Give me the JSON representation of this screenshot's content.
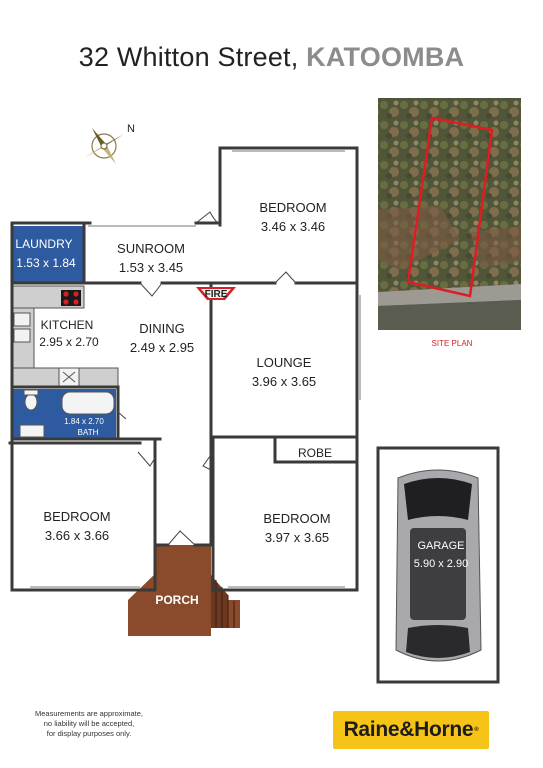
{
  "header": {
    "address": "32 Whitton Street,",
    "suburb": "KATOOMBA"
  },
  "compass": {
    "label": "N"
  },
  "rooms": {
    "laundry": {
      "name": "LAUNDRY",
      "size": "1.53 x 1.84"
    },
    "sunroom": {
      "name": "SUNROOM",
      "size": "1.53 x 3.45"
    },
    "bedroom_top": {
      "name": "BEDROOM",
      "size": "3.46 x 3.46"
    },
    "kitchen": {
      "name": "KITCHEN",
      "size": "2.95 x 2.70"
    },
    "dining": {
      "name": "DINING",
      "size": "2.49 x 2.95"
    },
    "lounge": {
      "name": "LOUNGE",
      "size": "3.96 x 3.65"
    },
    "fire": {
      "name": "FIRE"
    },
    "bath": {
      "name": "BATH",
      "size": "1.84 x 2.70"
    },
    "robe": {
      "name": "ROBE"
    },
    "bedroom_left": {
      "name": "BEDROOM",
      "size": "3.66 x 3.66"
    },
    "bedroom_right": {
      "name": "BEDROOM",
      "size": "3.97 x 3.65"
    },
    "porch": {
      "name": "PORCH"
    },
    "garage": {
      "name": "GARAGE",
      "size": "5.90 x 2.90"
    }
  },
  "site_plan": {
    "caption": "SITE PLAN"
  },
  "footer": {
    "disclaimer_lines": [
      "Measurements are approximate,",
      "no liability will be accepted,",
      "for display purposes only."
    ],
    "logo": {
      "brand": "Raine&Horne",
      "mark": "®"
    }
  },
  "colors": {
    "accent_red": "#d42027",
    "floor_blue": "#2e5b9f",
    "porch_brown": "#8a4a2c",
    "logo_yellow": "#f6c416"
  }
}
